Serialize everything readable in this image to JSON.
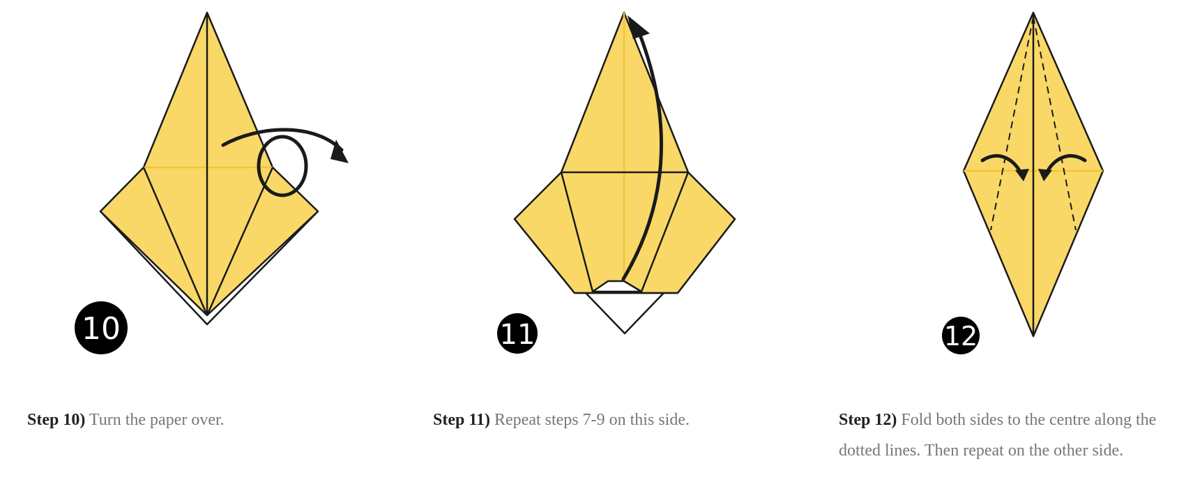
{
  "colors": {
    "paper": "#F9D867",
    "paper_crease": "#F3C53A",
    "outline": "#1a1a1a",
    "caption_text": "#777777",
    "step_label": "#222222"
  },
  "steps": [
    {
      "number": "10",
      "label": "Step 10)",
      "text": "Turn the paper over.",
      "arrow": "turn-over"
    },
    {
      "number": "11",
      "label": "Step 11)",
      "text": "Repeat steps 7-9 on this side.",
      "arrow": "fold-up"
    },
    {
      "number": "12",
      "label": "Step 12)",
      "text": "Fold both sides to the centre along the dotted lines. Then repeat on the other side.",
      "arrow": "fold-to-centre"
    }
  ]
}
